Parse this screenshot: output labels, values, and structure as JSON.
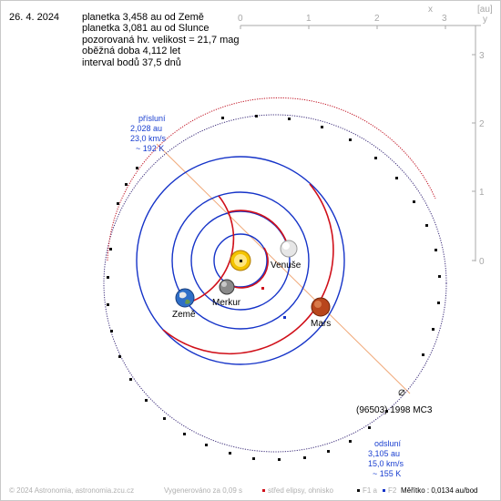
{
  "date": "26. 4. 2024",
  "info": [
    "planetka 3,458 au od Země",
    "planetka 3,081 au od Slunce",
    "pozorovaná hv. velikost = 21,7 mag",
    "oběžná doba 4,112 let",
    "interval bodů 37,5 dnů"
  ],
  "axes": {
    "x_label": "x",
    "unit": "[au]",
    "x_ticks": [
      "0",
      "1",
      "2",
      "3"
    ],
    "y_label": "y",
    "y_ticks": [
      "0",
      "1",
      "2",
      "3"
    ]
  },
  "planets": {
    "venus": "Venuše",
    "mercury": "Merkur",
    "earth": "Země",
    "mars": "Mars"
  },
  "asteroid_name": "(96503) 1998 MC3",
  "perihelion": [
    "přísluní",
    "2,028 au",
    "23,0 km/s",
    "~ 192 K"
  ],
  "aphelion": [
    "odsluní",
    "3,105 au",
    "15,0 km/s",
    "~ 155 K"
  ],
  "footer": {
    "copyright": "© 2024 Astronomia, astronomia.zcu.cz",
    "generated": "Vygenerováno za 0,09 s",
    "center_legend": "střed elipsy, ohnisko",
    "foci_legend": "F1 a",
    "f2": "F2",
    "scale": "Měřítko : 0,0134 au/bod"
  },
  "colors": {
    "orbit_blue": "#1533c8",
    "orbit_red": "#d0101a",
    "asteroid_orbit": "#3b2c7a",
    "apsis_line": "#f0a878",
    "label_blue": "#1a3fd0",
    "axis_gray": "#a8a8a8"
  }
}
